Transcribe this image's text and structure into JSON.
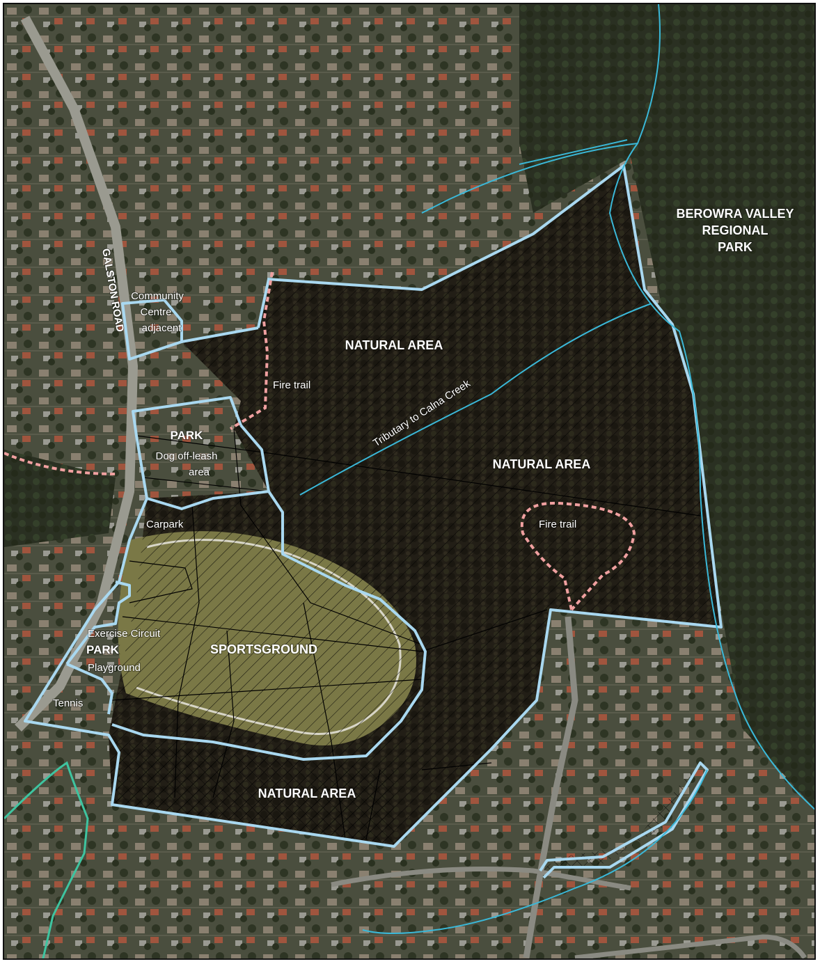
{
  "map": {
    "colors": {
      "boundary": "#a9d8f0",
      "waterway": "#3ab8d8",
      "fire_trail": "#f0a0a0",
      "green_line": "#3ec4a0",
      "forest": "#1c1a12",
      "suburb": "#4c5040",
      "sportsground": "#7c7a48"
    },
    "labels": {
      "regional_park_line1": "BEROWRA VALLEY",
      "regional_park_line2": "REGIONAL",
      "regional_park_line3": "PARK",
      "natural_area_north": "NATURAL AREA",
      "natural_area_east": "NATURAL AREA",
      "natural_area_south": "NATURAL AREA",
      "sportsground": "SPORTSGROUND",
      "park_north": "PARK",
      "park_south": "PARK",
      "dog_area_line1": "Dog off-leash",
      "dog_area_line2": "area",
      "community_line1": "Community",
      "community_line2": "Centre",
      "community_line3": "adjacent",
      "fire_trail_west": "Fire trail",
      "fire_trail_east": "Fire trail",
      "tributary": "Tributary to Calna Creek",
      "carpark": "Carpark",
      "exercise_circuit": "Exercise Circuit",
      "playground": "Playground",
      "tennis": "Tennis",
      "galston_road": "GALSTON ROAD"
    }
  }
}
